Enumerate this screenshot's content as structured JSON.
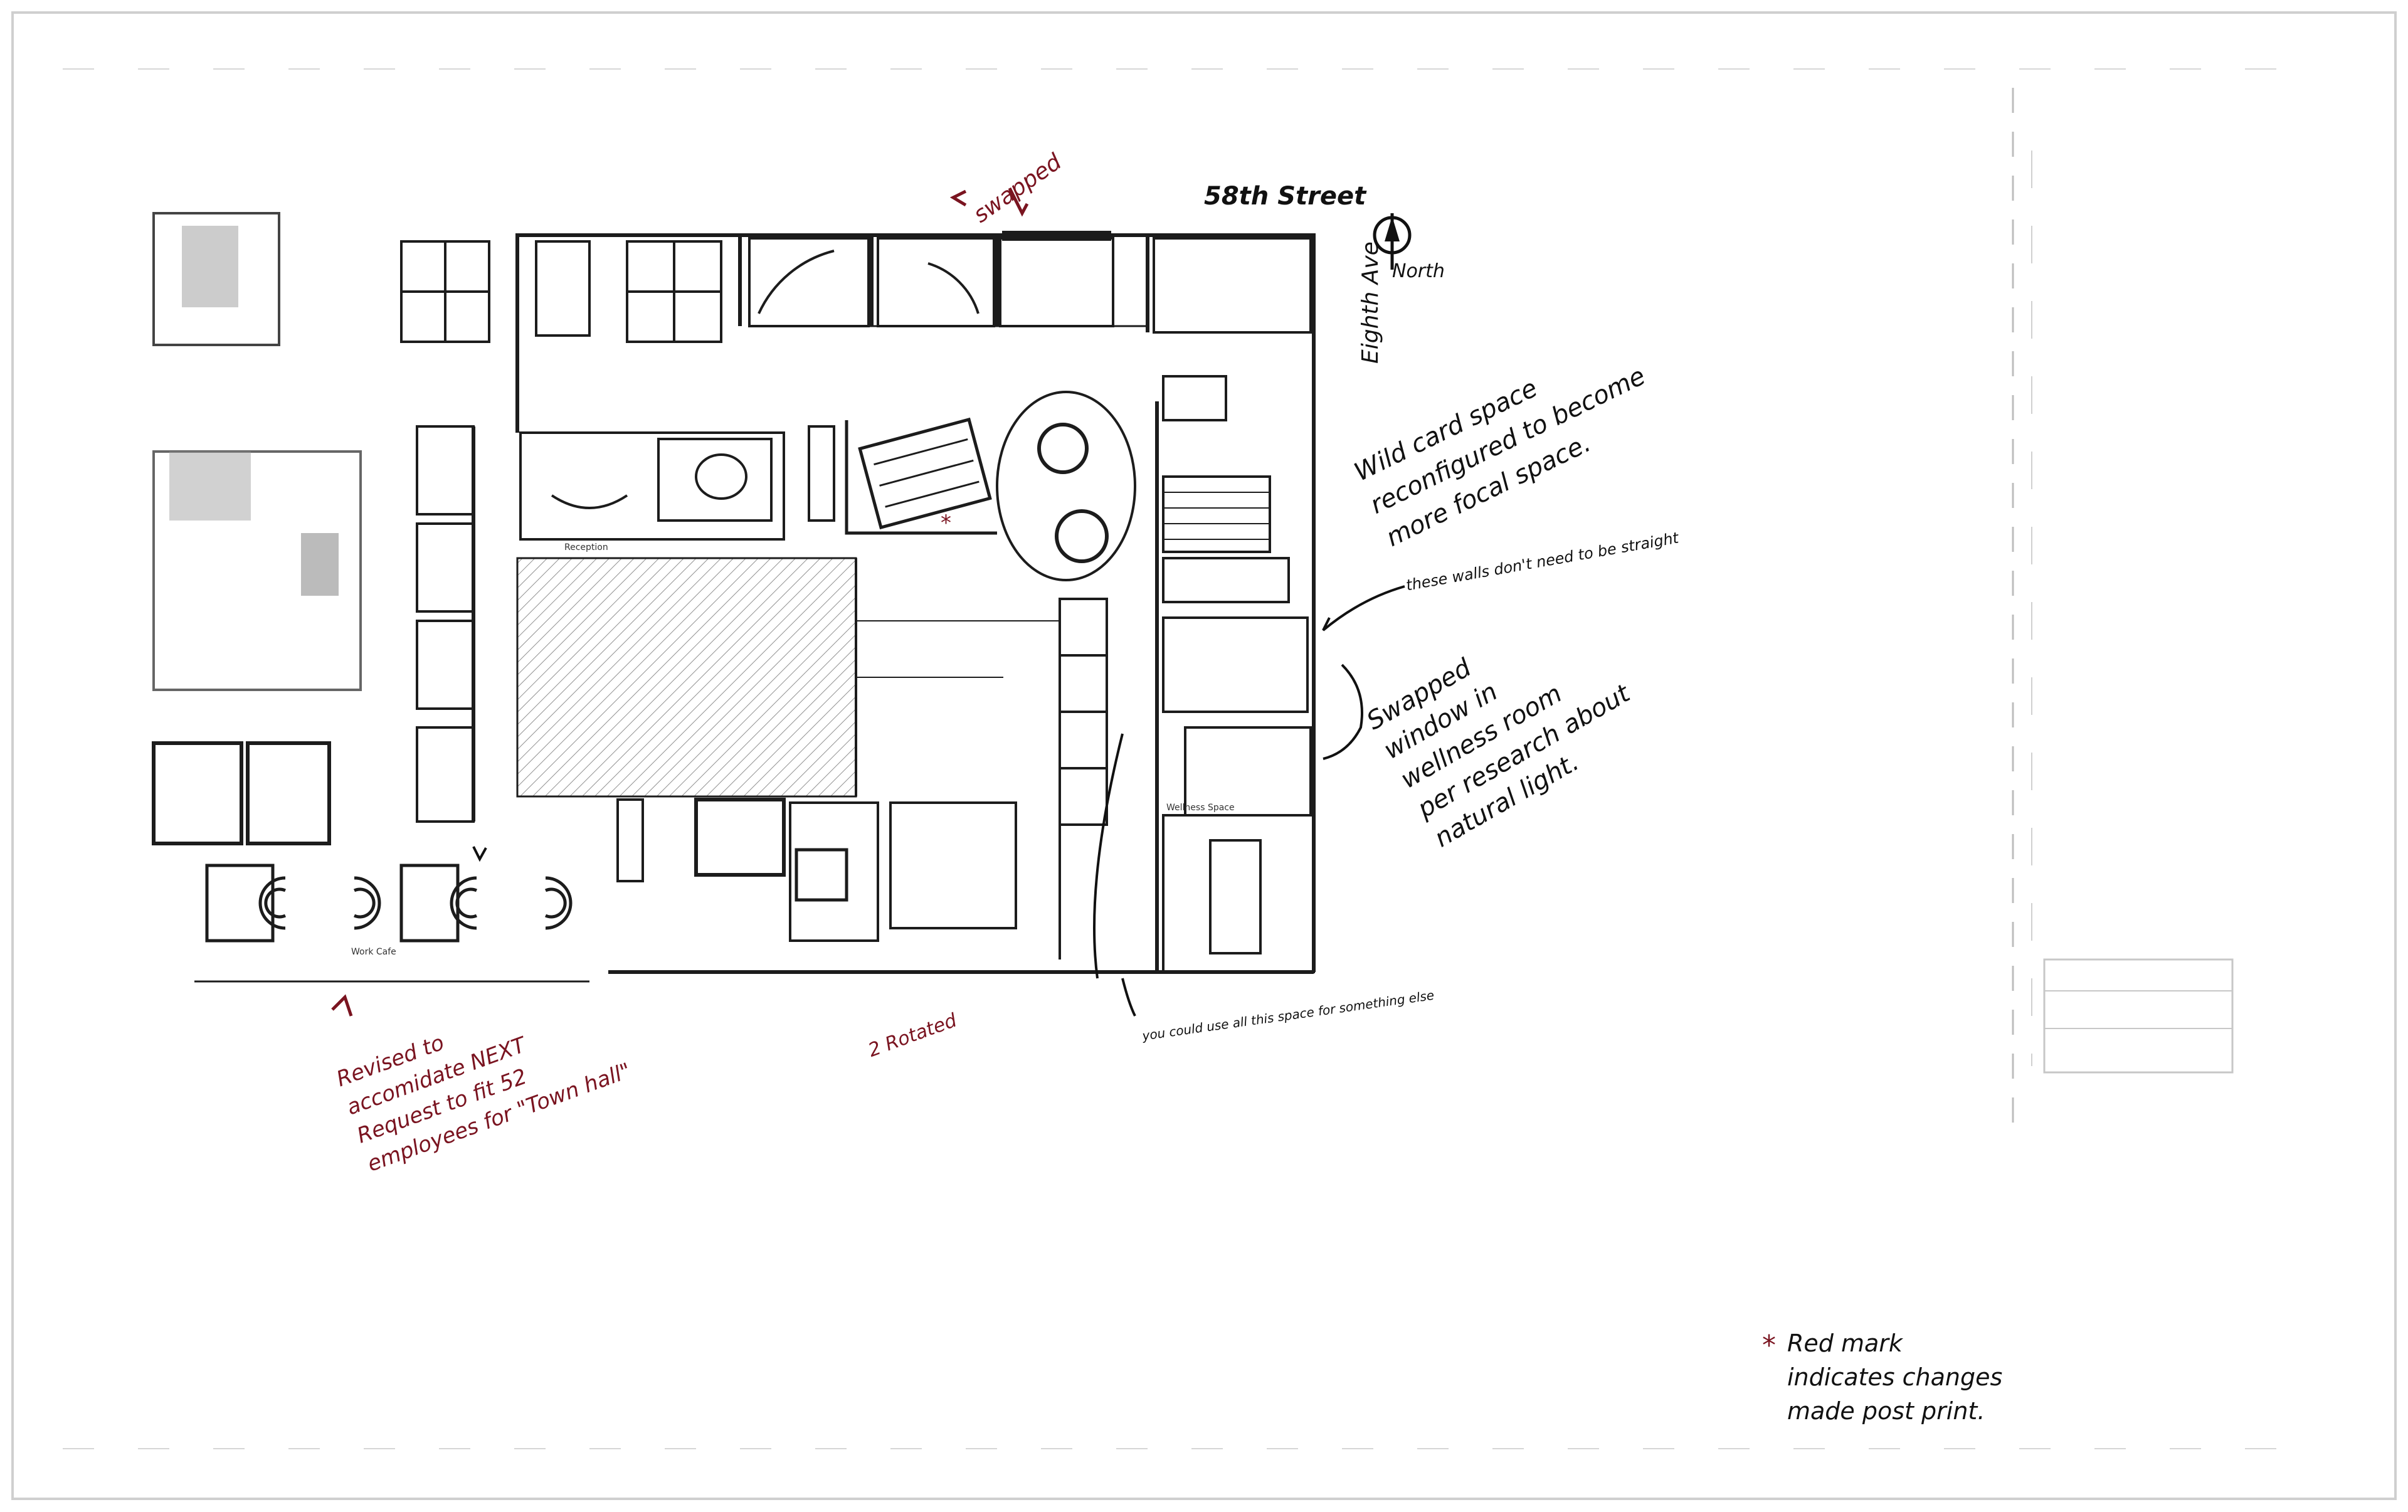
{
  "annotations": {
    "street": "58th Street",
    "avenue": "Eighth Ave",
    "north": "North",
    "swapped_top": "swapped",
    "wild_card": [
      "Wild card space",
      "reconfigured to become",
      "more focal space."
    ],
    "walls_note": "these walls don't need to be straight",
    "swapped_window": [
      "Swapped",
      "window in",
      "wellness room",
      "per research about",
      "natural light."
    ],
    "revised": [
      "Revised to",
      "accomidate NEXT",
      "Request to fit 52",
      "employees for \"Town hall\""
    ],
    "rotated": "2 Rotated",
    "space_note": "you could use all this space for something else",
    "legend": [
      "Red mark",
      "indicates changes",
      "made post print."
    ]
  },
  "room_labels": {
    "reception": "Reception",
    "wellness_space": "Wellness Space",
    "work_cafe": "Work Cafe"
  },
  "colors": {
    "ink": "#1c1c1c",
    "red_ink": "#7a1420",
    "paper": "#ffffff"
  }
}
